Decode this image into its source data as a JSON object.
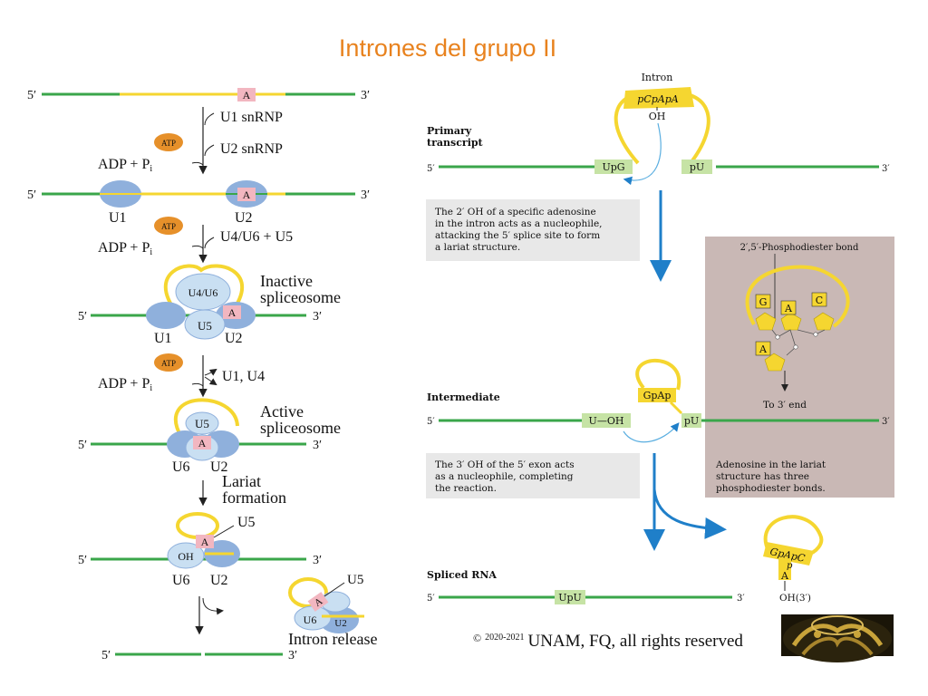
{
  "title": "Intrones del grupo II",
  "left_panel": {
    "prime5": "5′",
    "prime3": "3′",
    "adenosine": "A",
    "atp": "ATP",
    "adp_pi": "ADP + P",
    "pi_sub": "i",
    "step1_label": "U1 snRNP",
    "step2_label": "U2 snRNP",
    "u1": "U1",
    "u2": "U2",
    "step3_label": "U4/U6 + U5",
    "u4u6": "U4/U6",
    "u5": "U5",
    "u6": "U6",
    "inactive_line1": "Inactive",
    "inactive_line2": "spliceosome",
    "release_label": "U1, U4",
    "active_line1": "Active",
    "active_line2": "spliceosome",
    "lariat_line1": "Lariat",
    "lariat_line2": "formation",
    "oh": "OH",
    "intron_release": "Intron release"
  },
  "right_panel": {
    "intron": "Intron",
    "loop_label": "pCpApA",
    "oh": "OH",
    "primary_line1": "Primary",
    "primary_line2": "transcript",
    "prime5": "5′",
    "prime3": "3′",
    "upg": "UpG",
    "pu": "pU",
    "note1": [
      "The 2′ OH of a specific adenosine",
      "in the intron acts as a nucleophile,",
      "attacking the 5′ splice site to form",
      "a lariat structure."
    ],
    "phospho_title": "2′,5′-Phosphodiester bond",
    "base_g": "G",
    "base_a": "A",
    "base_c": "C",
    "to3end": "To 3′ end",
    "phospho_note": [
      "Adenosine in the lariat",
      "structure has three",
      "phosphodiester bonds."
    ],
    "intermediate": "Intermediate",
    "gpap": "GpAp",
    "u_oh": "U—OH",
    "note2": [
      "The 3′ OH of  the 5′ exon acts",
      "as a nucleophile, completing",
      "the reaction."
    ],
    "lariat_label": "GpApC",
    "lariat_p": "p",
    "lariat_a": "A",
    "lariat_oh": "OH(3′)",
    "spliced": "Spliced RNA",
    "upu": "UpU"
  },
  "copyright": {
    "symbol": "©",
    "years": "2020-2021",
    "text": "UNAM, FQ, all rights reserved"
  },
  "colors": {
    "exon": "#3aa64a",
    "intron": "#f5d630",
    "title": "#e8821e",
    "snrnp_dark": "#8fb0dc",
    "snrnp_light": "#c9dff2",
    "adenosine": "#f2b6c0",
    "atp": "#e6902a",
    "arrow_blue": "#1f7fc9",
    "box_grey": "#e8e8e8",
    "box_mauve": "#c9b8b5",
    "label_green": "#c6e3a5"
  }
}
